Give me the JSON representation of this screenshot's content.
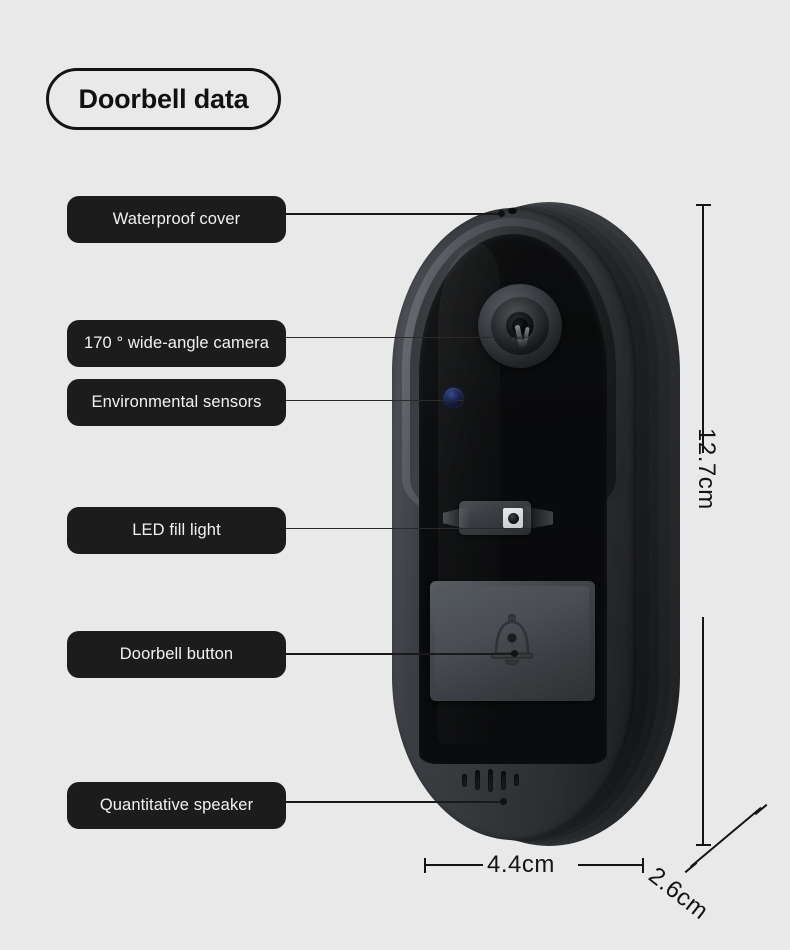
{
  "page": {
    "background_color": "#e9e9e9",
    "title": "Doorbell data"
  },
  "callouts": [
    {
      "id": "waterproof-cover",
      "label": "Waterproof cover"
    },
    {
      "id": "wide-angle-camera",
      "label": "170 ° wide-angle camera"
    },
    {
      "id": "environmental-sensors",
      "label": "Environmental sensors"
    },
    {
      "id": "led-fill-light",
      "label": "LED fill light"
    },
    {
      "id": "doorbell-button",
      "label": "Doorbell button"
    },
    {
      "id": "quantitative-speaker",
      "label": "Quantitative speaker"
    }
  ],
  "dimensions": {
    "height": "12.7cm",
    "width": "4.4cm",
    "depth": "2.6cm"
  },
  "device": {
    "name": "video-doorbell",
    "body_color": "#34383b",
    "accent_color": "#1c1c1c",
    "sensor_color": "#2a3a7c",
    "icons": {
      "bell": "bell-icon",
      "camera_lens": "camera-lens-icon",
      "microphone": "microphone-pinhole-icon",
      "speaker": "speaker-grille-icon",
      "led": "led-fill-light-icon"
    }
  }
}
